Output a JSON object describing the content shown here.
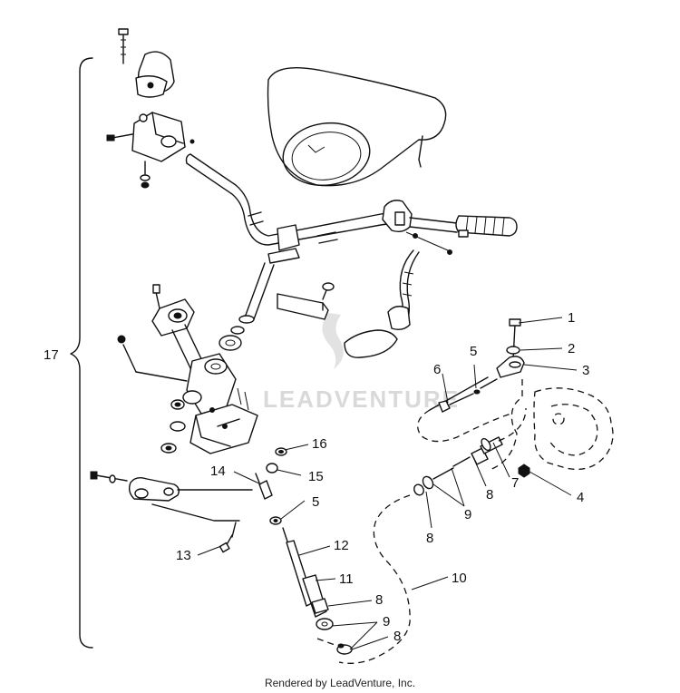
{
  "callouts": [
    {
      "id": "c1",
      "label": "1"
    },
    {
      "id": "c2",
      "label": "2"
    },
    {
      "id": "c3",
      "label": "3"
    },
    {
      "id": "c4",
      "label": "4"
    },
    {
      "id": "c5a",
      "label": "5"
    },
    {
      "id": "c5b",
      "label": "5"
    },
    {
      "id": "c6",
      "label": "6"
    },
    {
      "id": "c7",
      "label": "7"
    },
    {
      "id": "c8a",
      "label": "8"
    },
    {
      "id": "c8b",
      "label": "8"
    },
    {
      "id": "c8c",
      "label": "8"
    },
    {
      "id": "c8d",
      "label": "8"
    },
    {
      "id": "c9a",
      "label": "9"
    },
    {
      "id": "c9b",
      "label": "9"
    },
    {
      "id": "c10",
      "label": "10"
    },
    {
      "id": "c11",
      "label": "11"
    },
    {
      "id": "c12",
      "label": "12"
    },
    {
      "id": "c13",
      "label": "13"
    },
    {
      "id": "c14",
      "label": "14"
    },
    {
      "id": "c15",
      "label": "15"
    },
    {
      "id": "c16",
      "label": "16"
    },
    {
      "id": "c17",
      "label": "17"
    }
  ],
  "watermark": "LEADVENTURE",
  "footer": "Rendered by LeadVenture, Inc."
}
